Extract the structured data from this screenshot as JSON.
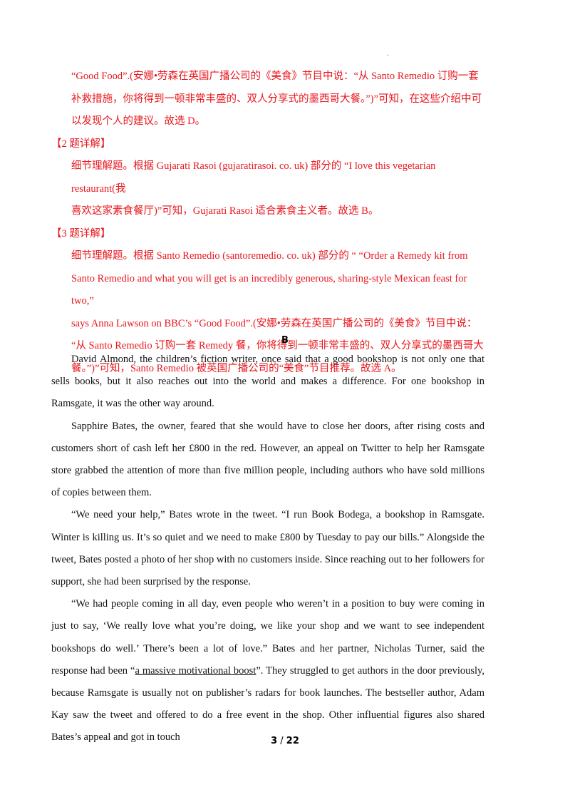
{
  "answers": {
    "q1_cont_line1": "“Good Food”.(安娜•劳森在英国广播公司的《美食》节目中说：“从 Santo Remedio 订购一套",
    "q1_cont_line2": "补救措施，你将得到一顿非常丰盛的、双人分享式的墨西哥大餐。”)”可知，在这些介绍中可",
    "q1_cont_line3": "以发现个人的建议。故选 D。",
    "q2_heading": "【2 题详解】",
    "q2_line1": "细节理解题。根据 Gujarati Rasoi (gujaratirasoi. co. uk) 部分的 “I love this vegetarian restaurant(我",
    "q2_line2": "喜欢这家素食餐厅)”可知，Gujarati Rasoi 适合素食主义者。故选 B。",
    "q3_heading": "【3 题详解】",
    "q3_line1": "细节理解题。根据 Santo Remedio (santoremedio. co. uk) 部分的 “ “Order a Remedy kit from",
    "q3_line2": "Santo Remedio and what you will get is an incredibly generous, sharing-style Mexican feast for two,”",
    "q3_line3": "says Anna Lawson on BBC’s “Good Food”.(安娜•劳森在英国广播公司的《美食》节目中说：",
    "q3_line4": "“从 Santo Remedio 订购一套 Remedy 餐，你将得到一顿非常丰盛的、双人分享式的墨西哥大",
    "q3_line5": "餐。”)”可知，Santo Remedio 被英国广播公司的“美食”节目推荐。故选 A。"
  },
  "section_label": "B",
  "passage": {
    "p1": "David Almond, the children’s fiction writer, once said that a good bookshop is not only one that sells books, but it also reaches out into the world and makes a difference. For one bookshop in Ramsgate, it was the other way around.",
    "p2": "Sapphire Bates, the owner, feared that she would have to close her doors, after rising costs and customers short of cash left her £800 in the red. However, an appeal on Twitter to help her Ramsgate store grabbed the attention of more than five million people, including authors who have sold millions of copies between them.",
    "p3": "“We need your help,” Bates wrote in the tweet. “I run Book Bodega, a bookshop in Ramsgate. Winter is killing us. It’s so quiet and we need to make £800 by Tuesday to pay our bills.” Alongside the tweet, Bates posted a photo of her shop with no customers inside. Since reaching out to her followers for support, she had been surprised by the response.",
    "p4_before": "“We had people coming in all day, even people who weren’t in a position to buy were coming in just to say, ‘We really love what you’re doing, we like your shop and we want to see independent bookshops do well.’ There’s been a lot of love.” Bates and her partner, Nicholas Turner, said the response had been “",
    "p4_underlined": "a massive motivational boost",
    "p4_after": "”. They struggled to get authors in the door previously, because Ramsgate is usually not on publisher’s radars for book launches. The bestseller author, Adam Kay saw the tweet and offered to do a free event in the shop. Other influential figures also shared Bates’s appeal and got in touch"
  },
  "footer": {
    "current_page": "3",
    "separator": " / ",
    "total_pages": "22"
  },
  "colors": {
    "answer_text": "#e8171e",
    "body_text": "#111111"
  }
}
